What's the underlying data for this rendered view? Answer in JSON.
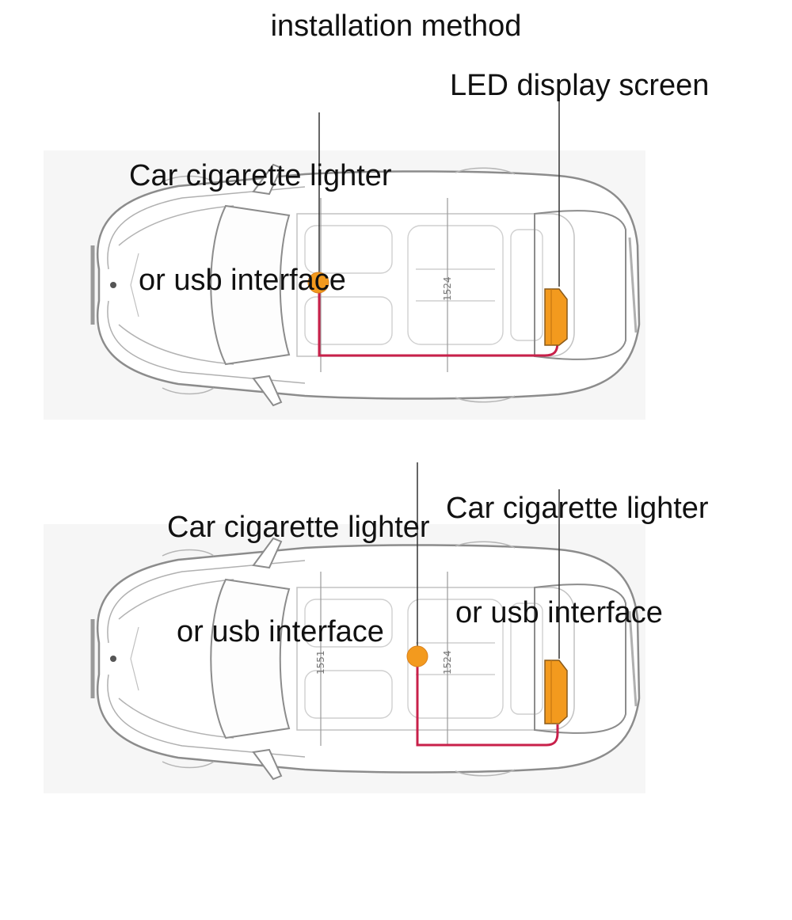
{
  "title": "installation method",
  "diagram1": {
    "label_lighter_l1": "Car cigarette lighter",
    "label_lighter_l2": "or usb interface",
    "label_display": "LED display screen",
    "dim_rear": "1524"
  },
  "diagram2": {
    "label_lighter_left_l1": "Car cigarette lighter",
    "label_lighter_left_l2": "or usb interface",
    "label_lighter_right_l1": "Car cigarette lighter",
    "label_lighter_right_l2": "or usb interface",
    "dim_front": "1551",
    "dim_rear": "1524"
  },
  "colors": {
    "connector": "#f39a1e",
    "cable": "#c8204a",
    "outline": "#9a9a9a",
    "leader": "#333333",
    "panel": "#f6f6f6"
  }
}
